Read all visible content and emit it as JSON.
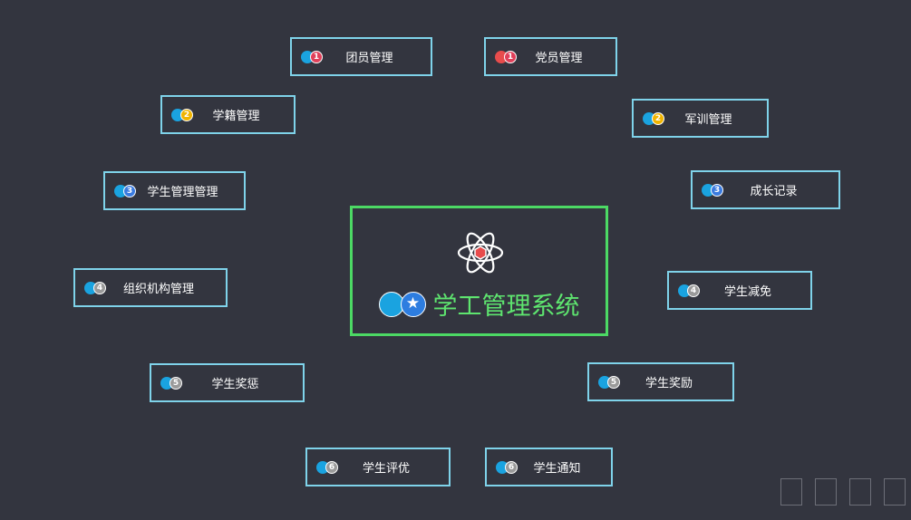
{
  "center": {
    "title": "学工管理系统",
    "icon": "atom-icon",
    "star_icon": "★",
    "colors": {
      "border": "#4cd964",
      "title": "#5ee56f"
    }
  },
  "modules": [
    {
      "label": "团员管理",
      "badge": "1",
      "badge_color": "#e0405a"
    },
    {
      "label": "党员管理",
      "badge": "1",
      "badge_color": "#e0405a",
      "dot_color": "#e84c4c"
    },
    {
      "label": "学籍管理",
      "badge": "2",
      "badge_color": "#f0b400"
    },
    {
      "label": "军训管理",
      "badge": "2",
      "badge_color": "#f0b400"
    },
    {
      "label": "学生管理管理",
      "badge": "3",
      "badge_color": "#3a7be0"
    },
    {
      "label": "成长记录",
      "badge": "3",
      "badge_color": "#3a7be0"
    },
    {
      "label": "组织机构管理",
      "badge": "4",
      "badge_color": "#9a9a9a"
    },
    {
      "label": "学生减免",
      "badge": "4",
      "badge_color": "#9a9a9a"
    },
    {
      "label": "学生奖惩",
      "badge": "5",
      "badge_color": "#9a9a9a"
    },
    {
      "label": "学生奖励",
      "badge": "5",
      "badge_color": "#9a9a9a"
    },
    {
      "label": "学生评优",
      "badge": "6",
      "badge_color": "#9a9a9a"
    },
    {
      "label": "学生通知",
      "badge": "6",
      "badge_color": "#9a9a9a"
    }
  ],
  "colors": {
    "background": "#33353f",
    "node_border": "#7fd3ea",
    "dot_blue": "#1aa3e0"
  }
}
